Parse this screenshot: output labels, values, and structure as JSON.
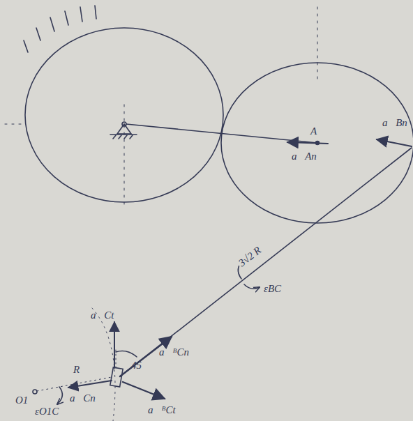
{
  "diagram": {
    "labels": [
      "A",
      "a⃗An",
      "a⃗Bn",
      "3√2 R",
      "εBC",
      "a⃗Ct",
      "R",
      "45",
      "a⃗ᴮCn",
      "O1",
      "εO1C",
      "a⃗Cn",
      "a⃗ᴮCt"
    ]
  }
}
